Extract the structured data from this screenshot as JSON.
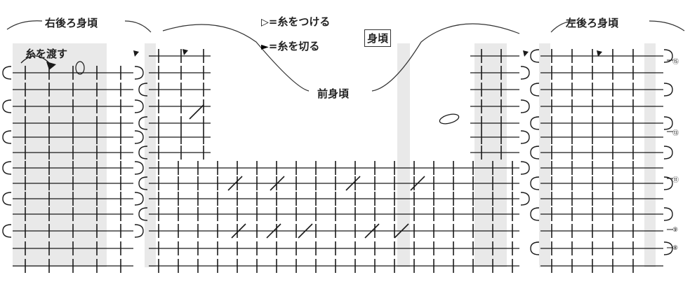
{
  "labels": {
    "right_back": "右後ろ身頃",
    "left_back": "左後ろ身頃",
    "front": "前身頃",
    "body": "身頃",
    "pass_yarn": "糸を渡す"
  },
  "legend": {
    "attach": "=糸をつける",
    "cut": "=糸を切る"
  },
  "row_numbers": [
    "⑮",
    "⑬",
    "⑪",
    "⑨",
    "⑧"
  ],
  "colors": {
    "ink": "#1a1a1a",
    "shade": "#e9e9e9",
    "line": "#333333"
  }
}
